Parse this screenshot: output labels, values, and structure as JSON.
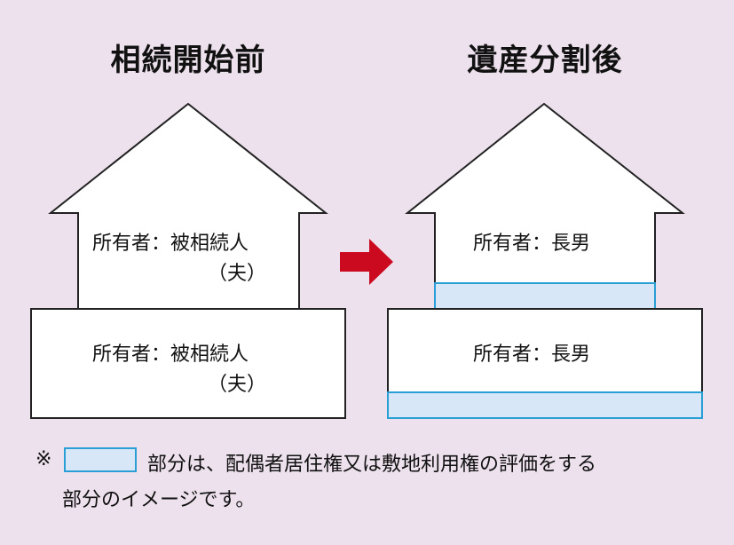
{
  "left": {
    "heading": "相続開始前",
    "upper_label_line1": "所有者：被相続人",
    "upper_label_line2": "（夫）",
    "lower_label_line1": "所有者：被相続人",
    "lower_label_line2": "（夫）"
  },
  "right": {
    "heading": "遺産分割後",
    "upper_label": "所有者：長男",
    "lower_label": "所有者：長男"
  },
  "note": {
    "mark": "※",
    "line1": "部分は、配偶者居住権又は敷地利用権の評価をする",
    "line2": "部分のイメージです。"
  },
  "colors": {
    "background": "#ece1ec",
    "arrow": "#cc0a1f",
    "highlight_fill": "#d7e7f7",
    "highlight_stroke": "#2a9fd6"
  }
}
